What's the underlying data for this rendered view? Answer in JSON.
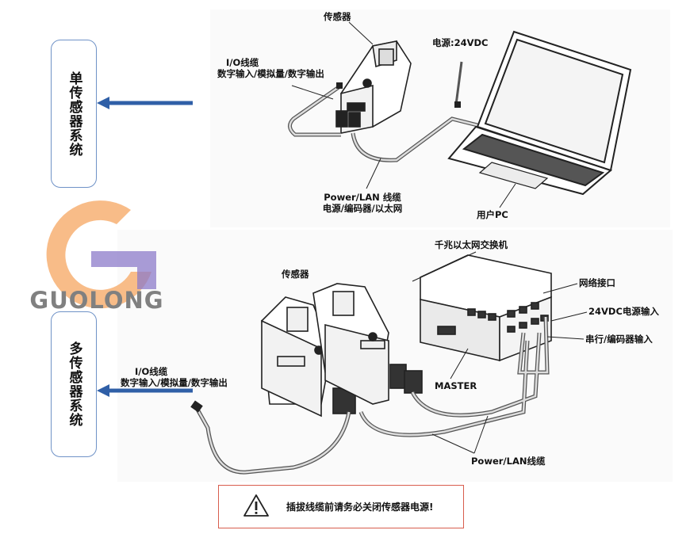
{
  "brand": {
    "logo_text": "GUOLONG",
    "logo_colors": [
      "#f7b57b",
      "#8c7bc9",
      "#8a8a8a"
    ]
  },
  "accent_arrow_color": "#2f5fa7",
  "single_system": {
    "title": "单传感器系统",
    "sensor_label": "传感器",
    "io_cable_title": "I/O线缆",
    "io_cable_desc": "数字输入/模拟量/数字输出",
    "power_label": "电源:24VDC",
    "power_lan_title": "Power/LAN 线缆",
    "power_lan_desc": "电源/编码器/以太网",
    "pc_label": "用户PC"
  },
  "multi_system": {
    "title": "多传感器系统",
    "sensor_label": "传感器",
    "switch_label": "千兆以太网交换机",
    "port_label": "网络接口",
    "power_input_label": "24VDC电源输入",
    "serial_label": "串行/编码器输入",
    "master_label": "MASTER",
    "io_cable_title": "I/O线缆",
    "io_cable_desc": "数字输入/模拟量/数字输出",
    "power_lan_label": "Power/LAN线缆"
  },
  "warning": {
    "icon": "warning-triangle-icon",
    "text": "插拔线缆前请务必关闭传感器电源!",
    "border_color": "#d85d4d"
  }
}
